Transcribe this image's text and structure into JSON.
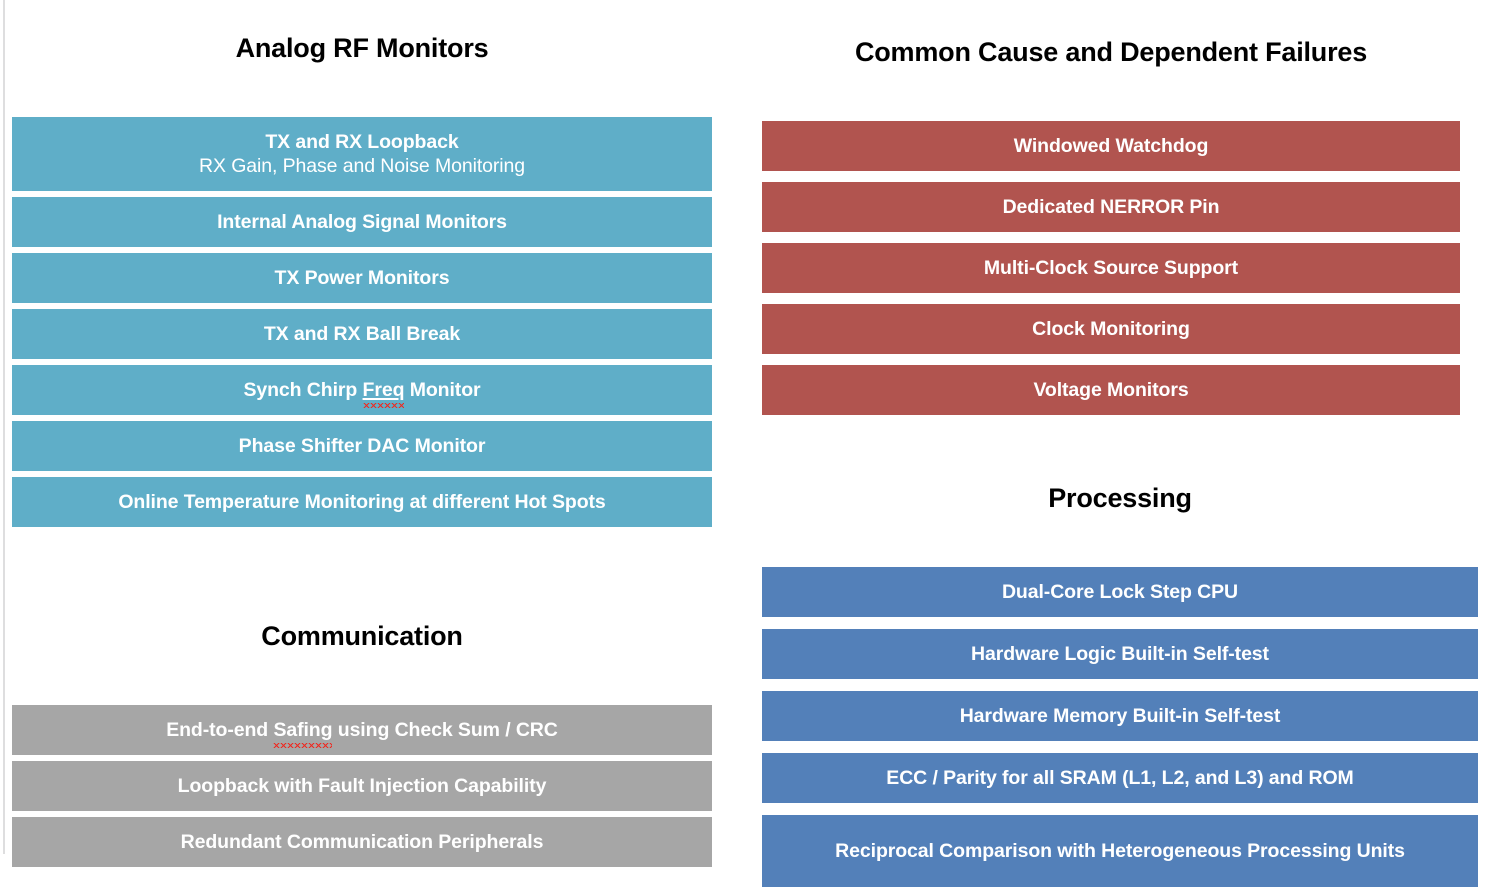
{
  "slide": {
    "background_color": "#ffffff",
    "title_color": "#000000",
    "bar_text_color": "#ffffff"
  },
  "groups": [
    {
      "key": "analog_rf_monitors",
      "title": "Analog RF Monitors",
      "color": "#5faec8",
      "items": [
        {
          "label": "TX and RX Loopback",
          "sub": "RX Gain, Phase and Noise Monitoring"
        },
        {
          "label": "Internal Analog Signal Monitors"
        },
        {
          "label": "TX Power Monitors"
        },
        {
          "label": "TX and RX Ball Break"
        },
        {
          "label": "Synch Chirp Freq Monitor",
          "misspelled_word": "Freq"
        },
        {
          "label": "Phase Shifter DAC Monitor"
        },
        {
          "label": "Online Temperature Monitoring at different Hot Spots"
        }
      ]
    },
    {
      "key": "communication",
      "title": "Communication",
      "color": "#a6a6a6",
      "items": [
        {
          "label": "End-to-end Safing using Check Sum / CRC",
          "misspelled_word": "Safing"
        },
        {
          "label": "Loopback with Fault Injection Capability"
        },
        {
          "label": "Redundant Communication Peripherals"
        }
      ]
    },
    {
      "key": "common_cause_and_dependent_failures",
      "title": "Common Cause and Dependent Failures",
      "color": "#b1544f",
      "items": [
        {
          "label": "Windowed Watchdog"
        },
        {
          "label": "Dedicated NERROR Pin"
        },
        {
          "label": "Multi-Clock Source Support"
        },
        {
          "label": "Clock Monitoring"
        },
        {
          "label": "Voltage Monitors"
        }
      ]
    },
    {
      "key": "processing",
      "title": "Processing",
      "color": "#5380b9",
      "items": [
        {
          "label": "Dual-Core Lock Step CPU"
        },
        {
          "label": "Hardware Logic Built-in Self-test"
        },
        {
          "label": "Hardware Memory Built-in Self-test"
        },
        {
          "label": "ECC / Parity for all SRAM (L1, L2, and L3) and ROM"
        },
        {
          "label": "Reciprocal Comparison with Heterogeneous Processing Units"
        }
      ]
    }
  ]
}
